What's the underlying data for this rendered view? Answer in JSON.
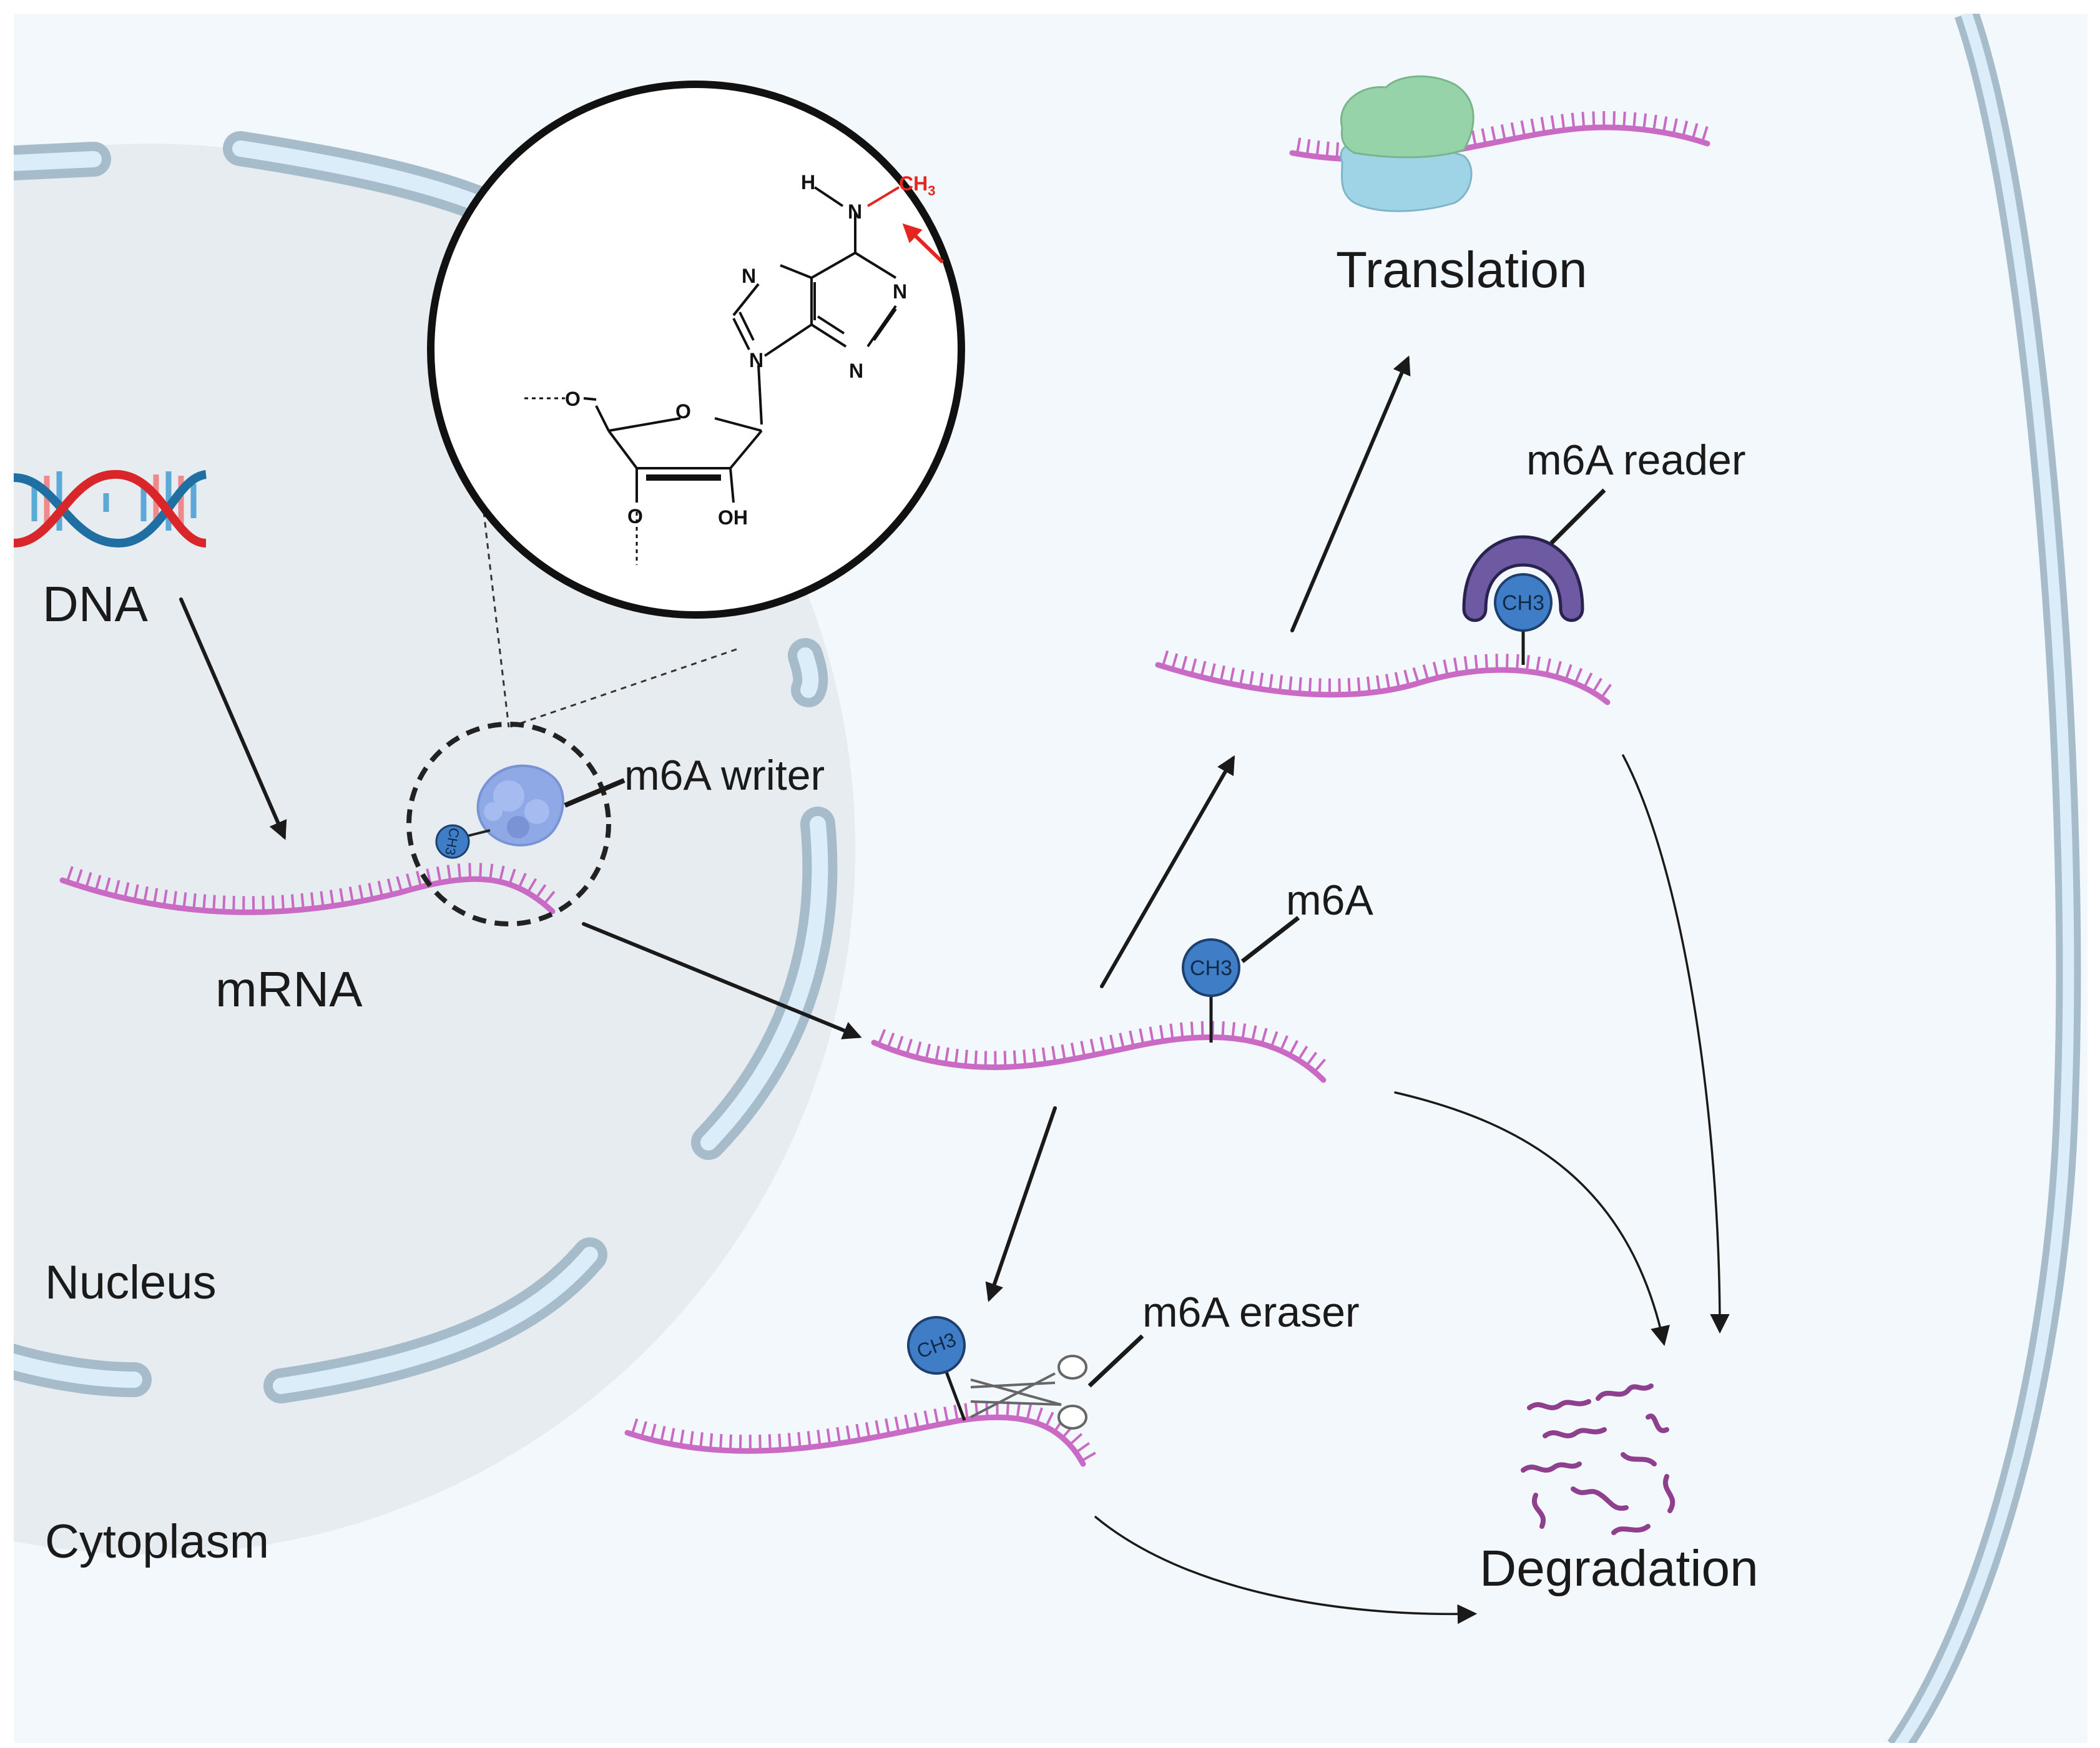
{
  "labels": {
    "dna": "DNA",
    "mrna": "mRNA",
    "writer": "m6A writer",
    "m6a": "m6A",
    "reader": "m6A reader",
    "eraser": "m6A eraser",
    "translation": "Translation",
    "degradation": "Degradation",
    "nucleus": "Nucleus",
    "cytoplasm": "Cytoplasm"
  },
  "methyl_tag": "CH3",
  "chemistry": {
    "H": "H",
    "N": "N",
    "O": "O",
    "OH": "OH",
    "methyl": "CH",
    "methyl_sub": "3"
  },
  "colors": {
    "cytoplasm": "#f3f8fc",
    "nucleus": "#e6ecf0",
    "membrane_edge": "#a7bccb",
    "membrane_fill": "#dcedfa",
    "mrna": "#c96bc4",
    "methyl": "#3f7ec6",
    "reader": "#6d5aa3",
    "writer": "#8fa8e6",
    "ribosome_large": "#96d3a8",
    "ribosome_small": "#9fd4e6",
    "degraded": "#8e3f8e",
    "highlight": "#e52620",
    "dna_red": "#d9262b",
    "dna_blue": "#1f6fa3"
  }
}
